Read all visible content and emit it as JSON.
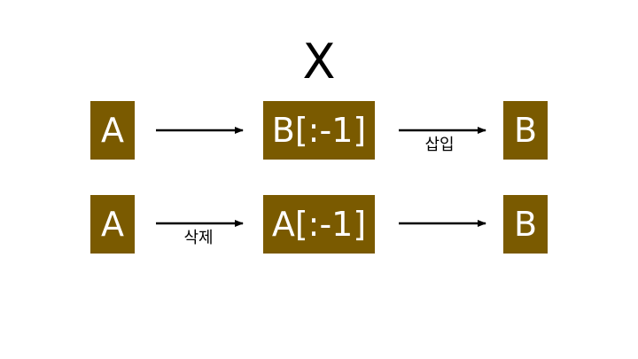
{
  "title": "X",
  "colors": {
    "box_fill": "#7a5a00",
    "box_text": "#ffffff",
    "arrow": "#000000"
  },
  "rows": [
    {
      "source": "A",
      "middle": "B[:-1]",
      "target": "B",
      "first_edge_label": "",
      "second_edge_label": "삽입"
    },
    {
      "source": "A",
      "middle": "A[:-1]",
      "target": "B",
      "first_edge_label": "삭제",
      "second_edge_label": ""
    }
  ]
}
